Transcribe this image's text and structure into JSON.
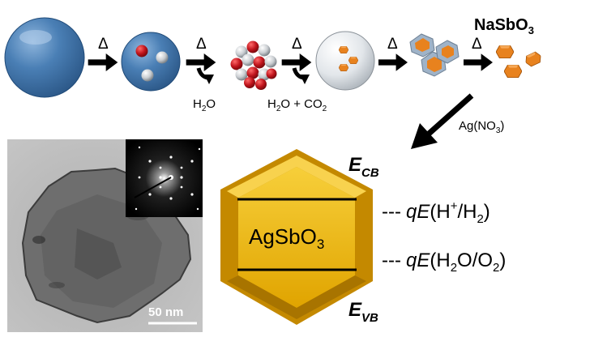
{
  "reaction_steps": {
    "heat_symbol": "Δ",
    "water_label": {
      "main": "H",
      "sub": "2",
      "tail": "O"
    },
    "water_co2_label": {
      "a": "H",
      "a_sub": "2",
      "b": "O + CO",
      "b_sub": "2"
    },
    "product_label": {
      "main": "NaSbO",
      "sub": "3"
    },
    "exchange_label": {
      "main": "Ag(NO",
      "sub": "3",
      "tail": ")"
    }
  },
  "tem_image": {
    "scale_bar_label": "50 nm"
  },
  "band_diagram": {
    "compound": {
      "main": "AgSbO",
      "sub": "3"
    },
    "conduction_band": {
      "main": "E",
      "sub": "CB"
    },
    "valence_band": {
      "main": "E",
      "sub": "VB"
    },
    "hydrogen_level": {
      "dash": "---",
      "q": "q",
      "e": "E",
      "open": "(H",
      "sup": "+",
      "mid": "/H",
      "sub": "2",
      "close": ")"
    },
    "oxygen_level": {
      "dash": "---",
      "q": "q",
      "e": "E",
      "open": "(H",
      "sub1": "2",
      "mid": "O/O",
      "sub2": "2",
      "close": ")"
    }
  },
  "colors": {
    "sphere_blue": "#4a7fb5",
    "crystal_orange": "#e8821e",
    "hexagon_gold": "#f5b800",
    "red_ball": "#c0141c"
  }
}
